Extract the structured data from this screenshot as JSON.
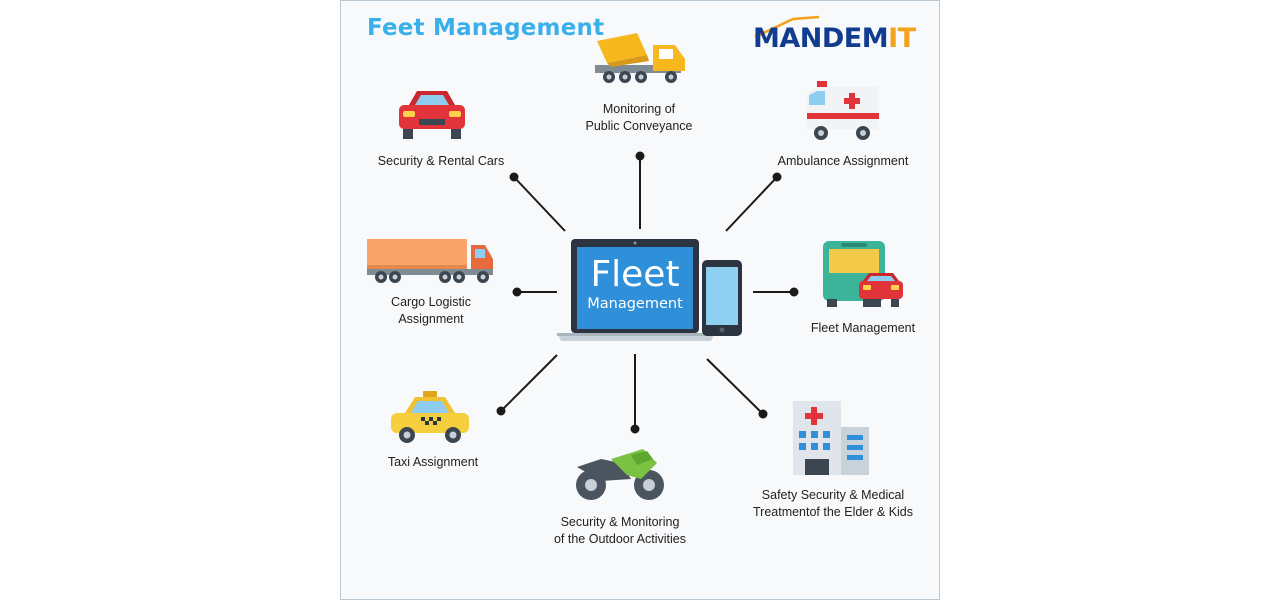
{
  "title": "Feet Management",
  "logo": {
    "part1": "MANDEM",
    "part2": "IT"
  },
  "hub": {
    "line1": "Fleet",
    "line2": "Management"
  },
  "items": {
    "public_conveyance": {
      "line1": "Monitoring of",
      "line2": "Public Conveyance",
      "icon": "cement-truck-icon"
    },
    "rental_cars": {
      "line1": "Security & Rental Cars",
      "icon": "red-car-icon"
    },
    "ambulance": {
      "line1": "Ambulance Assignment",
      "icon": "ambulance-icon"
    },
    "cargo": {
      "line1": "Cargo Logistic",
      "line2": "Assignment",
      "icon": "cargo-truck-icon"
    },
    "fleet": {
      "line1": "Fleet Management",
      "icon": "bus-and-car-icon"
    },
    "taxi": {
      "line1": "Taxi Assignment",
      "icon": "taxi-icon"
    },
    "outdoor": {
      "line1": "Security & Monitoring",
      "line2": "of the Outdoor Activities",
      "icon": "motorcycle-icon"
    },
    "medical": {
      "line1": "Safety Security & Medical",
      "line2": "Treatmentof the Elder & Kids",
      "icon": "hospital-icon"
    }
  },
  "colors": {
    "title": "#3ab0ea",
    "logo_primary": "#123c8f",
    "logo_accent": "#f4a21c",
    "connector": "#1a1a1a",
    "screen": "#2f8fd8"
  }
}
